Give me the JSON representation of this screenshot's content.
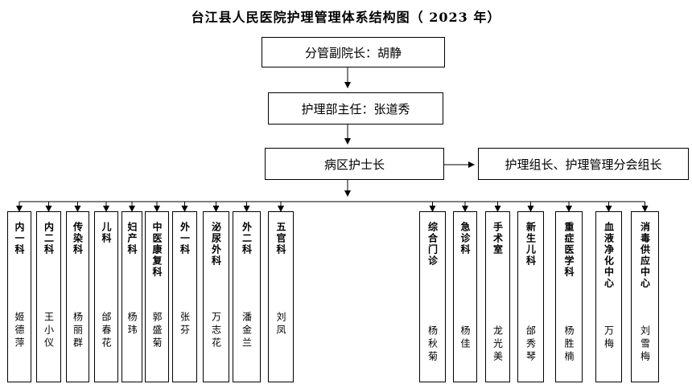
{
  "title": "台江县人民医院护理管理体系结构图（ 2023 年）",
  "levels": {
    "vice_president": "分管副院长：胡静",
    "nursing_director": "护理部主任：张道秀",
    "ward_head_nurse": "病区护士长",
    "side_group": "护理组长、护理管理分会组长"
  },
  "departments_left": [
    {
      "name": "内一科",
      "head": "姬德萍"
    },
    {
      "name": "内二科",
      "head": "王小仪"
    },
    {
      "name": "传染科",
      "head": "杨丽群"
    },
    {
      "name": "儿科",
      "head": "邰春花"
    },
    {
      "name": "妇产科",
      "head": "杨玮"
    },
    {
      "name": "中医康复科",
      "head": "郭盛菊"
    },
    {
      "name": "外一科",
      "head": "张芬"
    },
    {
      "name": "泌尿外科",
      "head": "万志花"
    },
    {
      "name": "外二科",
      "head": "潘金兰"
    },
    {
      "name": "五官科",
      "head": "刘凤"
    }
  ],
  "departments_right": [
    {
      "name": "综合门诊",
      "head": "杨秋菊"
    },
    {
      "name": "急诊科",
      "head": "杨佳"
    },
    {
      "name": "手术室",
      "head": "龙光美"
    },
    {
      "name": "新生儿科",
      "head": "邰秀琴"
    },
    {
      "name": "重症医学科",
      "head": "杨胜楠"
    },
    {
      "name": "血液净化中心",
      "head": "万梅"
    },
    {
      "name": "消毒供应中心",
      "head": "刘雪梅"
    }
  ]
}
